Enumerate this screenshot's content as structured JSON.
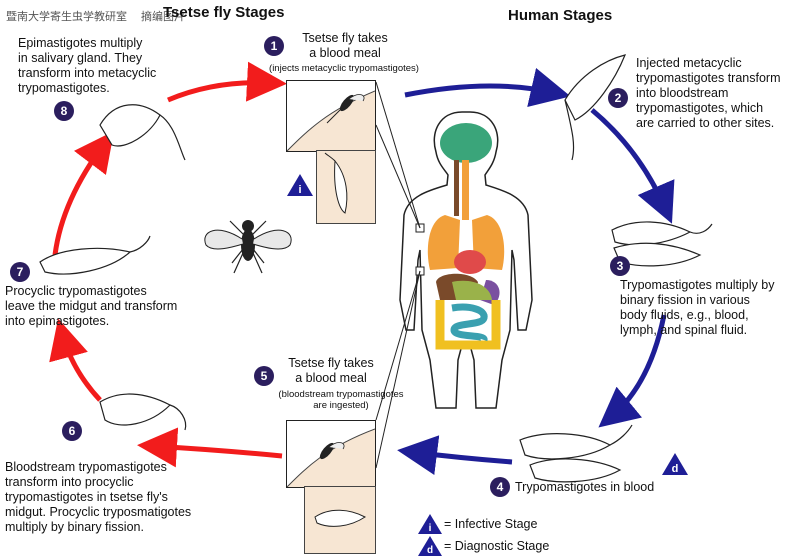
{
  "watermark": "暨南大学寄生虫学教研室　 摘编图片",
  "titles": {
    "tsetse": "Tsetse fly Stages",
    "human": "Human Stages"
  },
  "steps": [
    {
      "num": "1",
      "lines": [
        "Tsetse fly takes",
        "a blood meal"
      ],
      "note": "(injects metacyclic trypomastigotes)"
    },
    {
      "num": "2",
      "lines": [
        "Injected metacyclic",
        "trypomastigotes transform",
        "into bloodstream",
        "trypomastigotes, which",
        "are carried to other sites."
      ]
    },
    {
      "num": "3",
      "lines": [
        "Trypomastigotes multiply by",
        "binary fission in various",
        "body fluids, e.g., blood,",
        "lymph, and spinal fluid."
      ]
    },
    {
      "num": "4",
      "lines": [
        "Trypomastigotes in blood"
      ]
    },
    {
      "num": "5",
      "lines": [
        "Tsetse fly takes",
        "a blood meal"
      ],
      "note_lines": [
        "(bloodstream trypomastigotes",
        "are ingested)"
      ]
    },
    {
      "num": "6",
      "lines": [
        "Bloodstream trypomastigotes",
        "transform into procyclic",
        "trypomastigotes in tsetse fly's",
        "midgut. Procyclic tryposmatigotes",
        "multiply by binary fission."
      ]
    },
    {
      "num": "7",
      "lines": [
        "Procyclic trypomastigotes",
        "leave the midgut and transform",
        "into epimastigotes."
      ]
    },
    {
      "num": "8",
      "lines": [
        "Epimastigotes multiply",
        "in salivary gland. They",
        "transform into metacyclic",
        "trypomastigotes."
      ]
    }
  ],
  "legend": {
    "infective": {
      "symbol": "i",
      "label": "= Infective Stage"
    },
    "diagnostic": {
      "symbol": "d",
      "label": "= Diagnostic Stage"
    }
  },
  "colors": {
    "red_arrow": "#f21c1c",
    "blue_arrow": "#1e1e96",
    "badge": "#2b1e5e",
    "brain": "#3aa57a",
    "lungs": "#f2a03a",
    "heart": "#e04a4a",
    "liver": "#7a4a2a",
    "stomach": "#f0a0b0",
    "intestine_small": "#3aa0b0",
    "intestine_large": "#f0c020",
    "spleen": "#7a50a0",
    "kidney": "#9ab24a",
    "inset_bg": "#f7e6d3"
  },
  "icons": [
    "tsetse-fly-icon",
    "trypomastigote-icon",
    "human-body-icon",
    "infective-triangle-icon",
    "diagnostic-triangle-icon"
  ]
}
